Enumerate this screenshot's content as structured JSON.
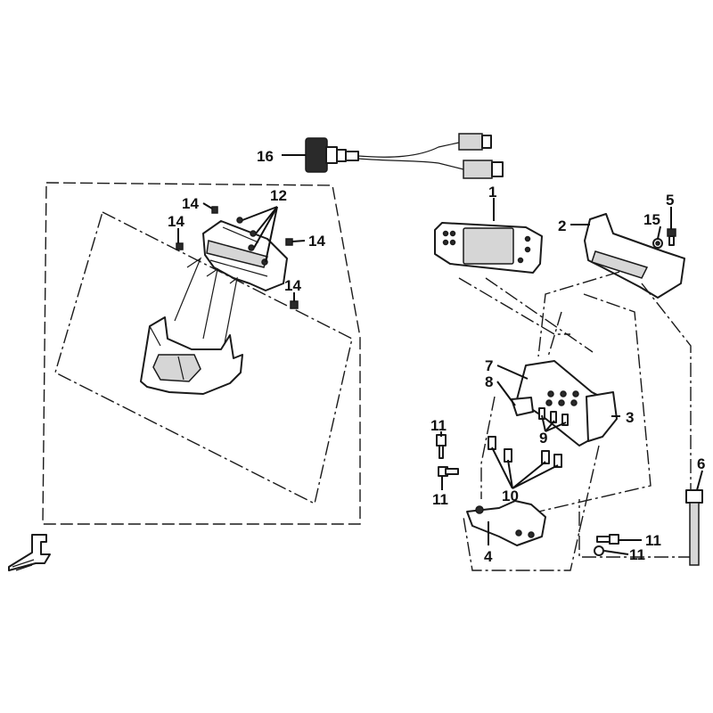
{
  "callouts": {
    "c1": "1",
    "c2": "2",
    "c3": "3",
    "c4": "4",
    "c5": "5",
    "c6": "6",
    "c7": "7",
    "c8": "8",
    "c9": "9",
    "c10": "10",
    "c11a": "11",
    "c11b": "11",
    "c11c": "11",
    "c11d": "11",
    "c12": "12",
    "c14a": "14",
    "c14b": "14",
    "c14c": "14",
    "c14d": "14",
    "c15": "15",
    "c16": "16"
  },
  "icons": {
    "orientation": "front-arrow-icon"
  }
}
